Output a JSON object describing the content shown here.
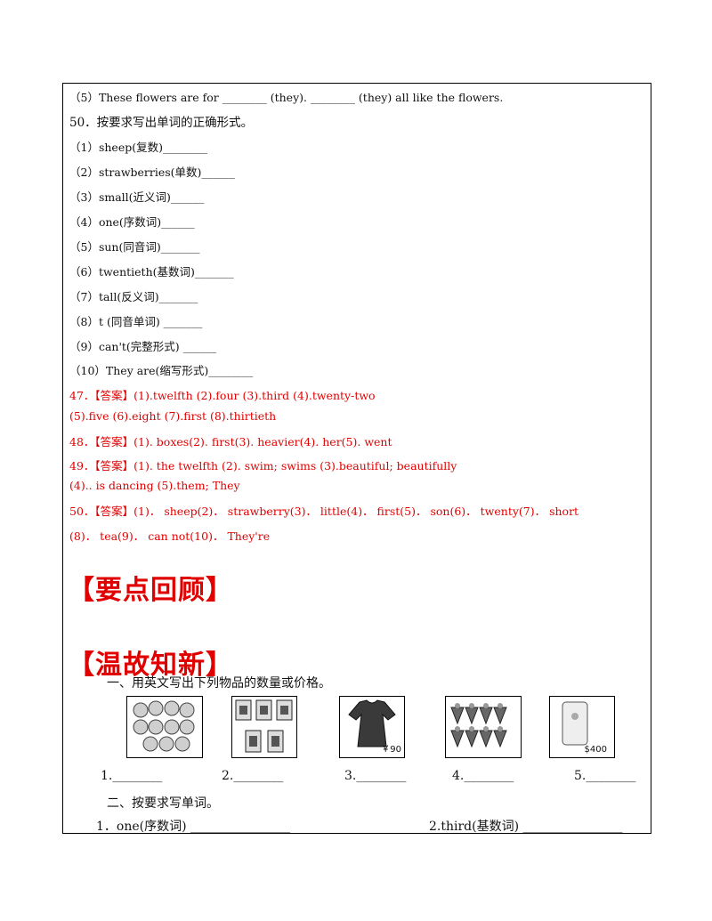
{
  "lines": {
    "l0": "（5）These flowers are for ________ (they). ________ (they) all like the flowers.",
    "l1": "50．按要求写出单词的正确形式。",
    "l2": "（1）sheep(复数)________",
    "l3": "（2）strawberries(单数)______",
    "l4": "（3）small(近义词)______",
    "l5": "（4）one(序数词)______",
    "l6": "（5）sun(同音词)_______",
    "l7": "（6）twentieth(基数词)_______",
    "l8": "（7）tall(反义词)_______",
    "l9": "（8）t (同音单词) _______",
    "l10": "（9）can't(完整形式) ______",
    "l11": "（10）They are(缩写形式)________"
  },
  "answers": {
    "a47a": "47．【答案】(1).twelfth  (2).four (3).third  (4).twenty-two",
    "a47b": "(5).five   (6).eight  (7).first  (8).thirtieth",
    "a48": "48．【答案】(1). boxes(2). first(3). heavier(4). her(5). went",
    "a49a": "49．【答案】(1). the twelfth   (2). swim; swims   (3).beautiful; beautifully",
    "a49b": "(4).. is dancing   (5).them; They",
    "a50a": "50．【答案】(1)． sheep(2)． strawberry(3)． little(4)． first(5)． son(6)． twenty(7)． short",
    "a50b": "(8)． tea(9)． can not(10)． They're"
  },
  "headings": {
    "h1": "【要点回顾】",
    "h2": "【温故知新】"
  },
  "section1": {
    "title": "一、用英文写出下列物品的数量或价格。",
    "prices": {
      "dress": "￥90",
      "phone": "$400"
    },
    "blanks": [
      "1.________",
      "2.________",
      "3.________",
      "4.________",
      "5.________"
    ]
  },
  "section2": {
    "title": "二、按要求写单词。",
    "q1": "1．one(序数词) ________________",
    "q2": "2.third(基数词) ________________"
  },
  "icons": [
    "apples-icon",
    "boxes-icon",
    "dress-icon",
    "strawberries-icon",
    "phone-icon"
  ]
}
